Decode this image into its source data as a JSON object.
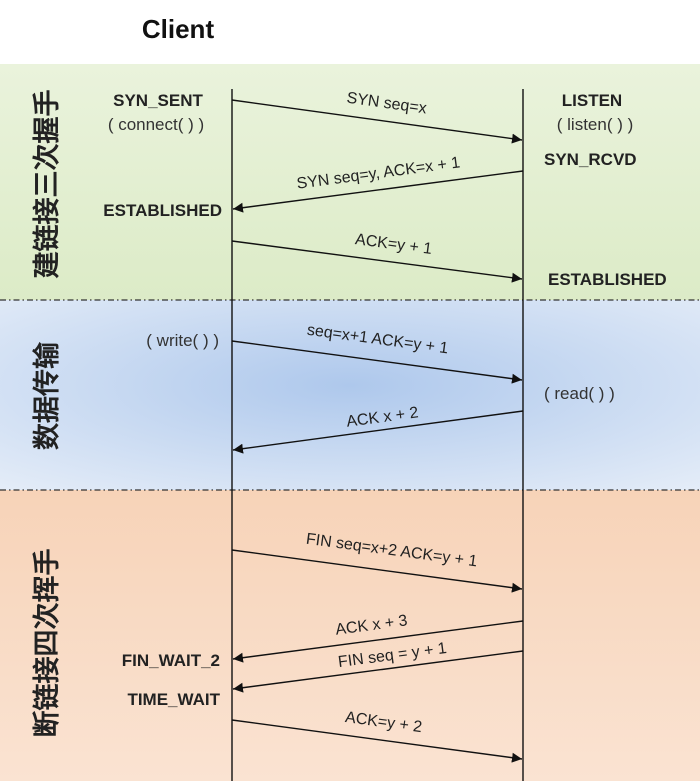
{
  "header": {
    "client_title": "Client"
  },
  "phases": {
    "handshake": "建链接三次握手",
    "transfer": "数据传输",
    "teardown": "断链接四次挥手"
  },
  "client_states": {
    "syn_sent": "SYN_SENT",
    "connect": "( connect( ) )",
    "established": "ESTABLISHED",
    "write": "( write( ) )",
    "fin_wait_2": "FIN_WAIT_2",
    "time_wait": "TIME_WAIT"
  },
  "server_states": {
    "listen": "LISTEN",
    "listen_call": "( listen( ) )",
    "syn_rcvd": "SYN_RCVD",
    "established": "ESTABLISHED",
    "read": "( read( ) )"
  },
  "messages": {
    "m1": "SYN seq=x",
    "m2": "SYN seq=y, ACK=x + 1",
    "m3": "ACK=y + 1",
    "m4": "seq=x+1 ACK=y + 1",
    "m5": "ACK x + 2",
    "m6": "FIN seq=x+2 ACK=y + 1",
    "m7": "ACK x + 3",
    "m8": "FIN seq = y + 1",
    "m9": "ACK=y + 2"
  },
  "colors": {
    "handshake_bg": "#e3efd2",
    "transfer_bg": "#cddcf1",
    "teardown_bg": "#f7d9c2",
    "line": "#111111"
  }
}
